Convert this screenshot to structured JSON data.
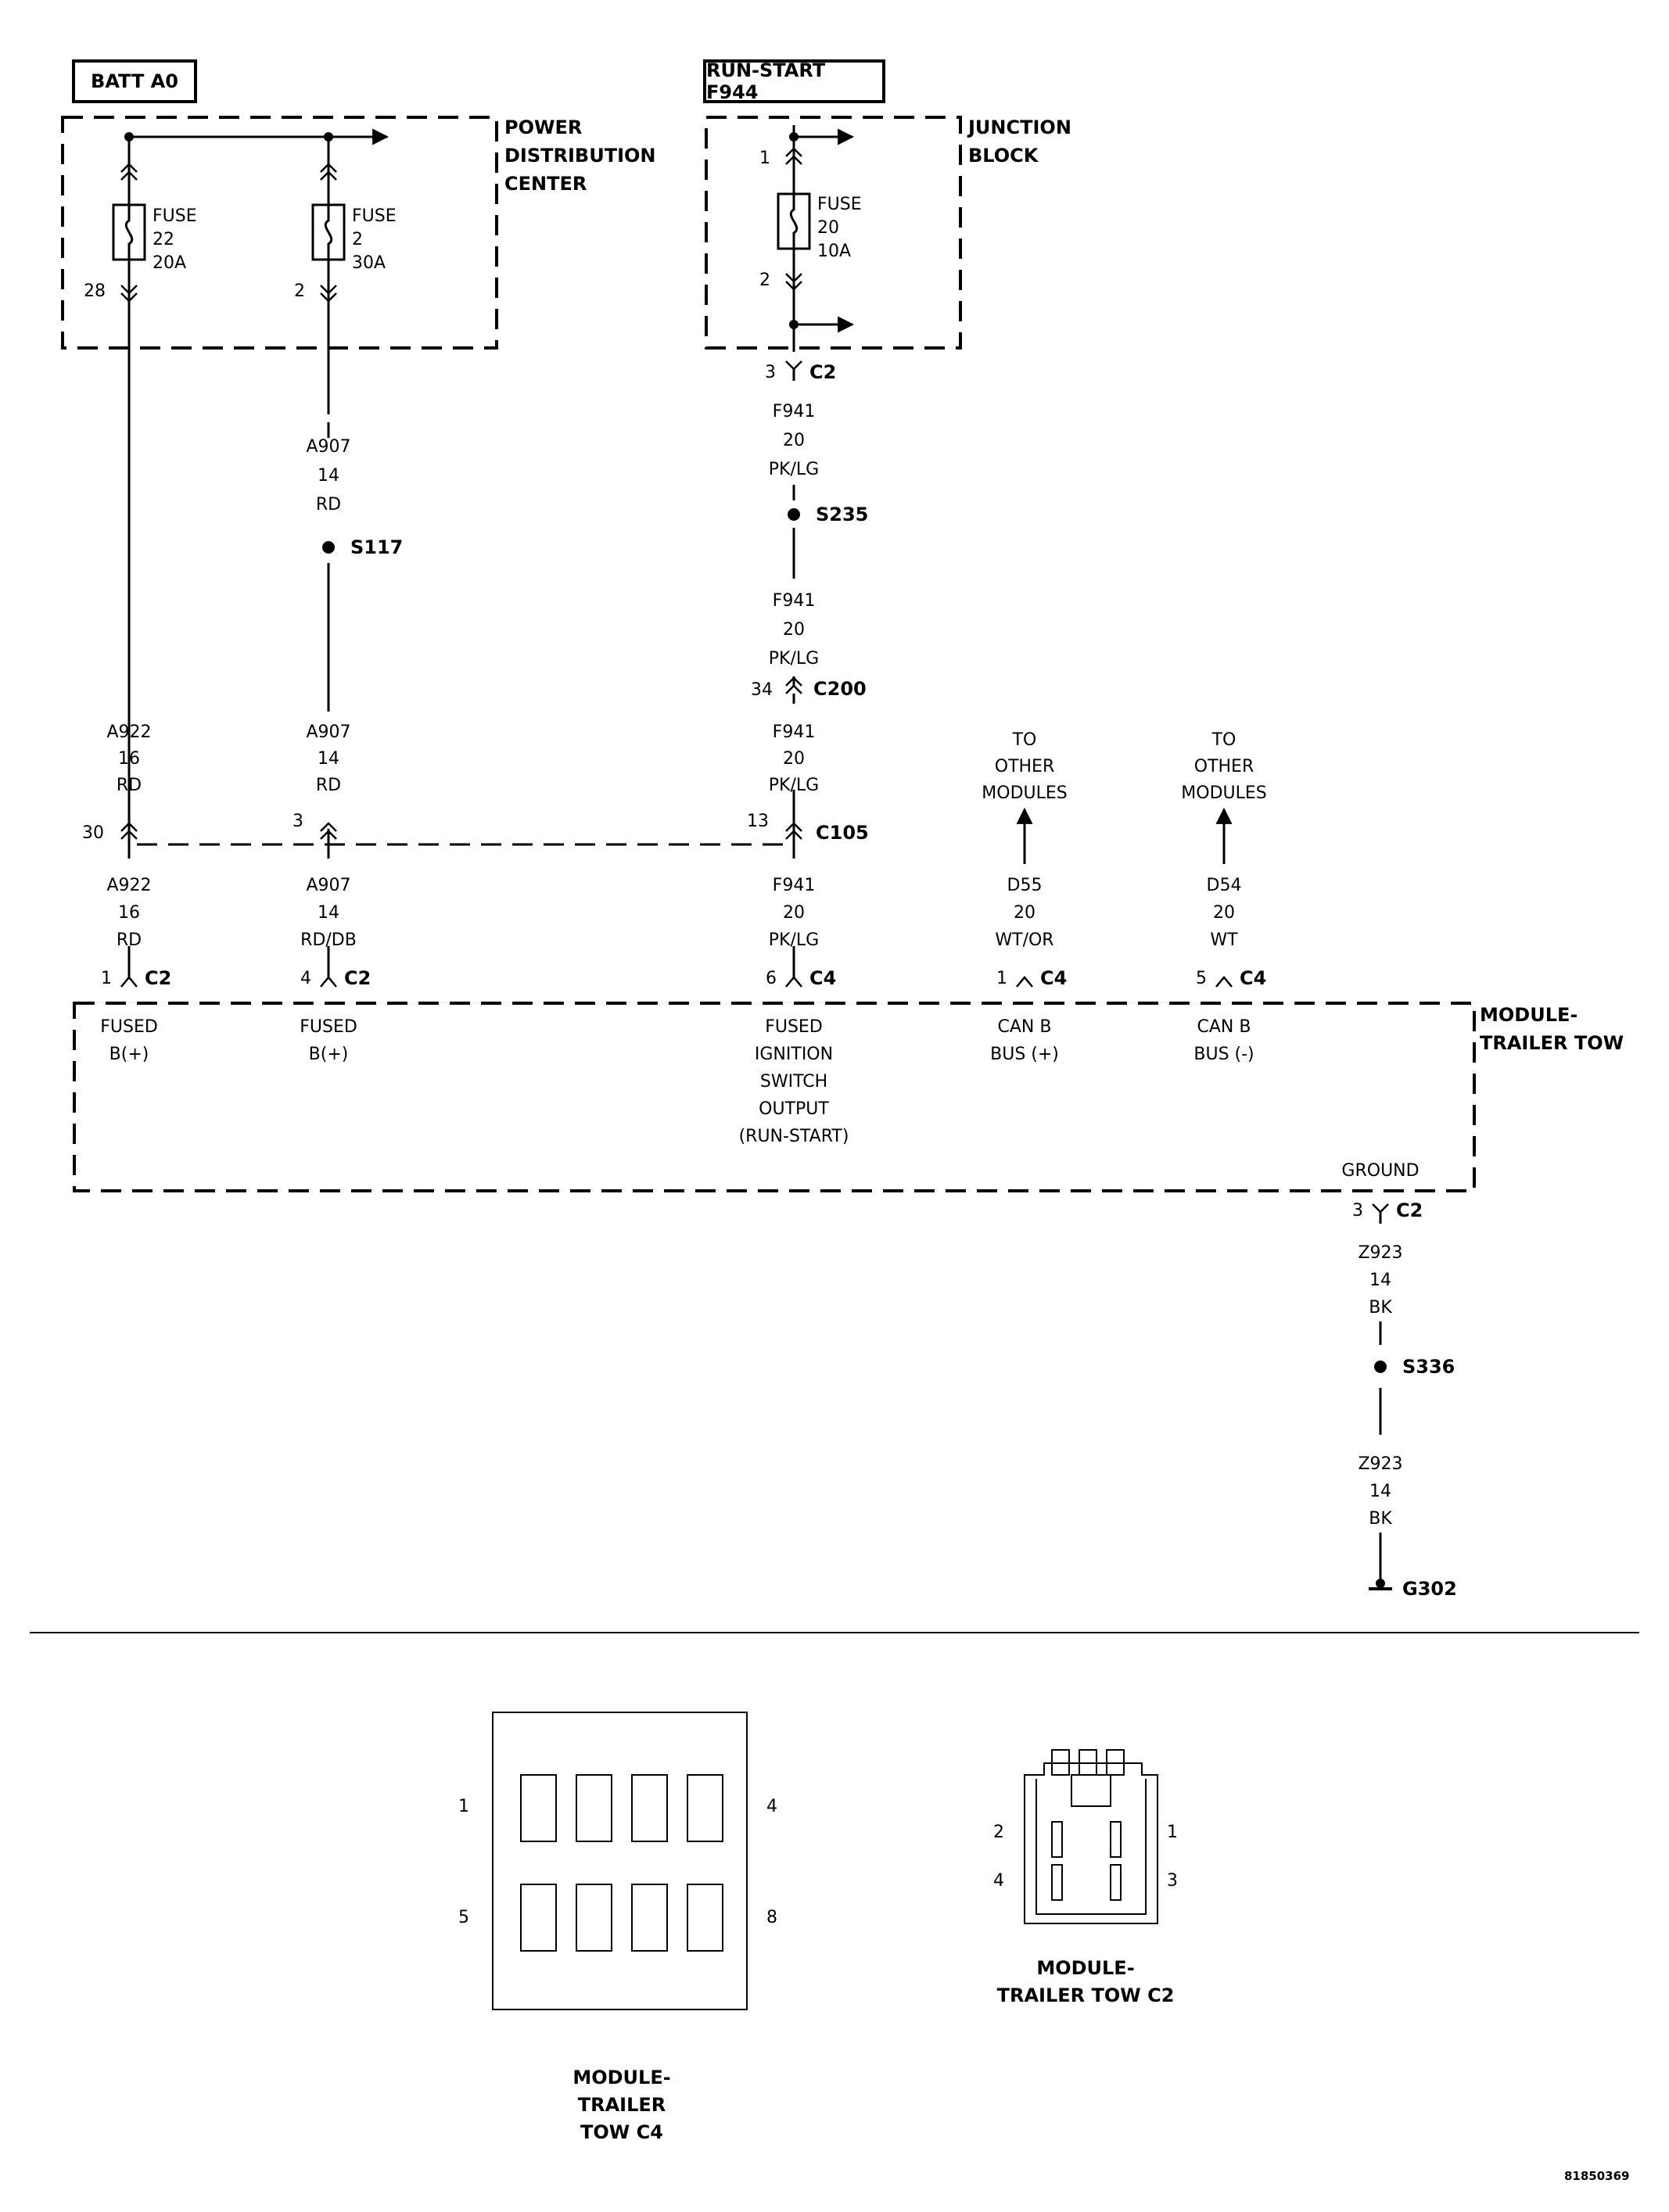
{
  "sources": {
    "batt": "BATT A0",
    "run_start": "RUN-START F944"
  },
  "components": {
    "pdc": "POWER\nDISTRIBUTION\nCENTER",
    "jb": "JUNCTION\nBLOCK",
    "module": "MODULE-\nTRAILER TOW"
  },
  "fuses": {
    "f22": {
      "label": "FUSE\n22\n20A",
      "pin_out": "28"
    },
    "f2": {
      "label": "FUSE\n2\n30A",
      "pin_out": "2"
    },
    "f20": {
      "label": "FUSE\n20\n10A",
      "pin_in": "1",
      "pin_out": "2"
    }
  },
  "wires": {
    "a907_upper": "A907\n14\nRD",
    "f941_1": "F941\n20\nPK/LG",
    "f941_2": "F941\n20\nPK/LG",
    "a922_upper": "A922\n16\nRD",
    "a907_mid": "A907\n14\nRD",
    "f941_3": "F941\n20\nPK/LG",
    "a922_lower": "A922\n16\nRD",
    "a907_lower": "A907\n14\nRD/DB",
    "f941_4": "F941\n20\nPK/LG",
    "d55": "D55\n20\nWT/OR",
    "d54": "D54\n20\nWT",
    "z923_1": "Z923\n14\nBK",
    "z923_2": "Z923\n14\nBK"
  },
  "splices": {
    "s117": "S117",
    "s235": "S235",
    "s336": "S336",
    "g302": "G302"
  },
  "connectors": {
    "jb_c2": {
      "pin": "3",
      "name": "C2"
    },
    "c200": {
      "pin": "34",
      "name": "C200"
    },
    "c105": {
      "name": "C105",
      "pin_a922": "30",
      "pin_a907": "3",
      "pin_f941": "13"
    },
    "m1": {
      "pin": "1",
      "name": "C2"
    },
    "m2": {
      "pin": "4",
      "name": "C2"
    },
    "m3": {
      "pin": "6",
      "name": "C4"
    },
    "m4": {
      "pin": "1",
      "name": "C4"
    },
    "m5": {
      "pin": "5",
      "name": "C4"
    },
    "gnd": {
      "pin": "3",
      "name": "C2"
    }
  },
  "to_other": "TO\nOTHER\nMODULES",
  "module_pins": {
    "fused_b1": "FUSED\nB(+)",
    "fused_b2": "FUSED\nB(+)",
    "ignition": "FUSED\nIGNITION\nSWITCH\nOUTPUT\n(RUN-START)",
    "canb_pos": "CAN B\nBUS (+)",
    "canb_neg": "CAN B\nBUS (-)",
    "ground": "GROUND"
  },
  "connector_views": {
    "c4": {
      "title": "MODULE-\nTRAILER\nTOW C4",
      "pins": [
        "1",
        "4",
        "5",
        "8"
      ]
    },
    "c2": {
      "title": "MODULE-\nTRAILER TOW C2",
      "pins": [
        "2",
        "1",
        "4",
        "3"
      ]
    }
  },
  "figure_id": "81850369"
}
